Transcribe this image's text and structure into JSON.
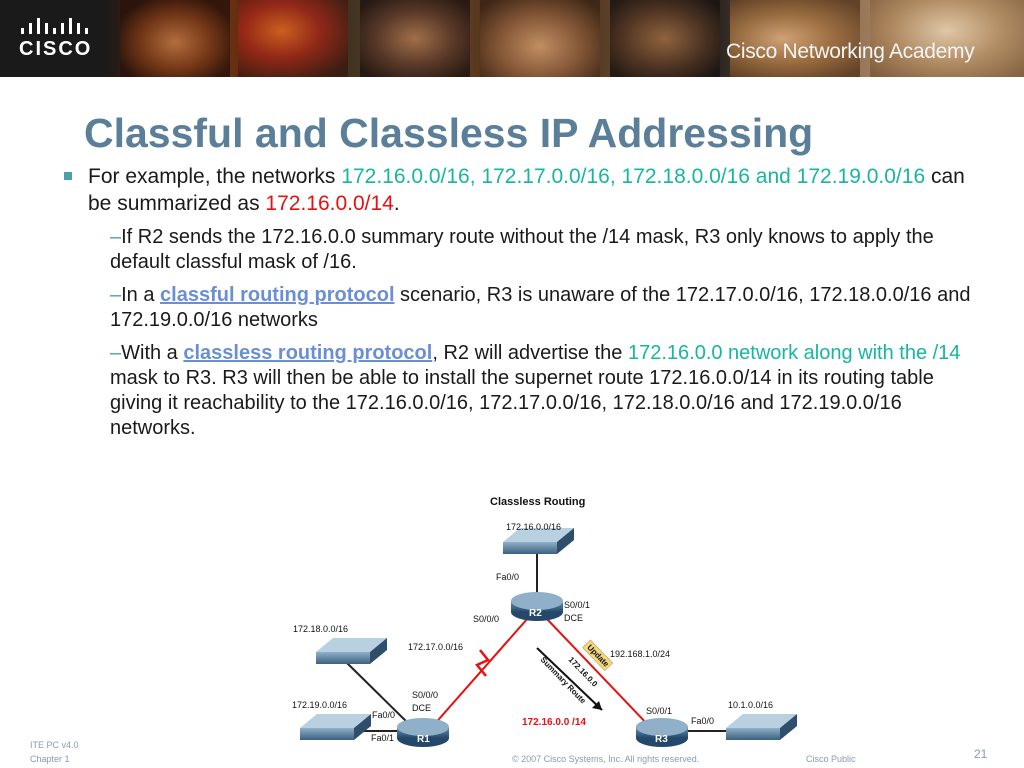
{
  "header": {
    "logo_text": "CISCO",
    "brand": "Cisco Networking Academy"
  },
  "slide": {
    "title": "Classful and Classless IP Addressing",
    "bullet": {
      "text_a": "For example, the networks ",
      "networks": "172.16.0.0/16, 172.17.0.0/16, 172.18.0.0/16 and 172.19.0.0/16",
      "text_b": " can be summarized as ",
      "summary": "172.16.0.0/14",
      "text_c": "."
    },
    "subs": [
      {
        "text": "If R2 sends the 172.16.0.0 summary route without the /14 mask, R3 only knows to apply the default classful mask of /16."
      },
      {
        "text_a": "In a ",
        "link": "classful routing protocol",
        "text_b": " scenario, R3 is unaware of the 172.17.0.0/16, 172.18.0.0/16 and 172.19.0.0/16 networks"
      },
      {
        "text_a": "With a ",
        "link": "classless routing protocol",
        "text_b": ", R2 will advertise the ",
        "green": "172.16.0.0 network along with the /14",
        "text_c": " mask to R3. R3 will then be able to install the supernet route 172.16.0.0/14 in its routing table giving it reachability to the 172.16.0.0/16, 172.17.0.0/16, 172.18.0.0/16 and 172.19.0.0/16 networks."
      }
    ],
    "dash": "–"
  },
  "diagram": {
    "title": "Classless Routing",
    "labels": {
      "net_top": "172.16.0.0/16",
      "fa00_r2": "Fa0/0",
      "s000_r2": "S0/0/0",
      "s001_r2": "S0/0/1",
      "dce_r2": "DCE",
      "net_1817": "172.18.0.0/16",
      "net_1717": "172.17.0.0/16",
      "net_192": "192.168.1.0/24",
      "net_1919": "172.19.0.0/16",
      "s000_r1": "S0/0/0",
      "dce_r1": "DCE",
      "fa00_r1": "Fa0/0",
      "fa01_r1": "Fa0/1",
      "s001_r3": "S0/0/1",
      "fa00_r3": "Fa0/0",
      "net_10": "10.1.0.0/16",
      "summary_red": "172.16.0.0 /14",
      "update": "Update",
      "summary_route": "Summary Route",
      "sr_value": "172.16.0.0",
      "r1": "R1",
      "r2": "R2",
      "r3": "R3"
    }
  },
  "footer": {
    "course": "ITE PC v4.0",
    "chapter": "Chapter 1",
    "copyright": "© 2007 Cisco Systems, Inc. All rights reserved.",
    "classification": "Cisco Public",
    "page": "21"
  },
  "colors": {
    "title": "#5b7f98",
    "highlight_green": "#16b6a0",
    "highlight_red": "#e81010",
    "link": "#6a8fd4"
  }
}
